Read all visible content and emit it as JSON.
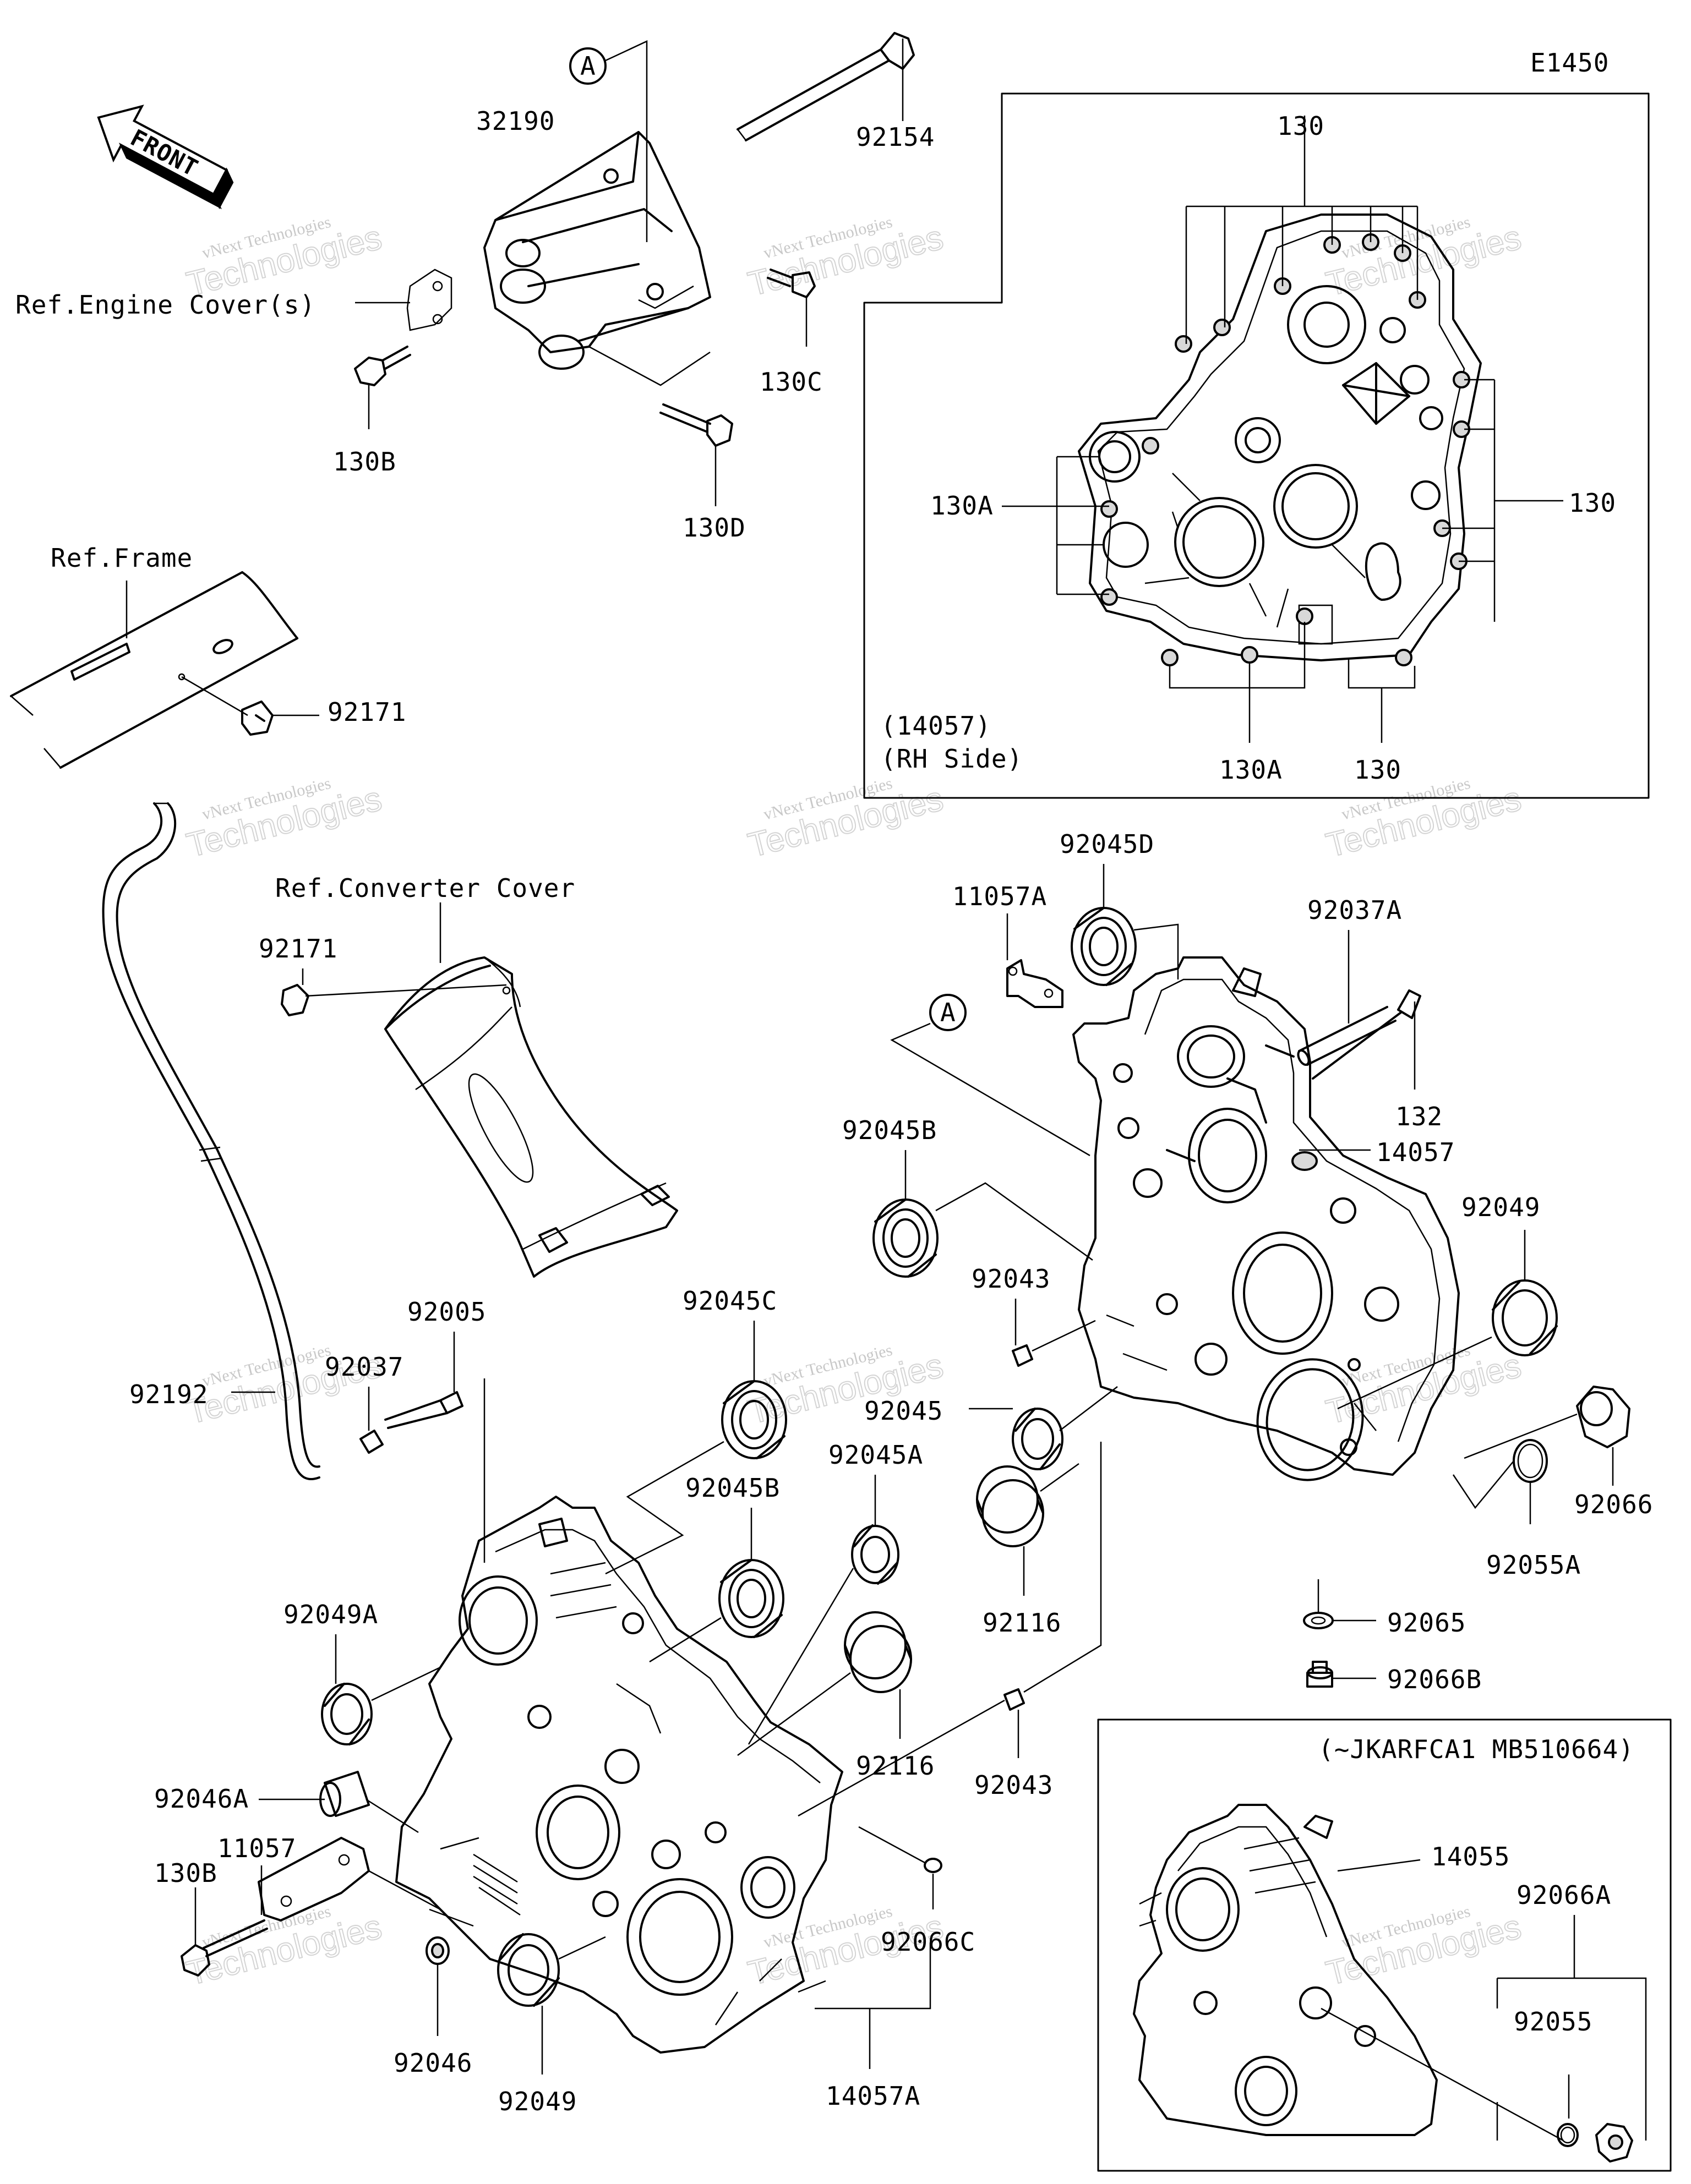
{
  "diagram_code": "E1450",
  "front_label": "FRONT",
  "watermark": {
    "line1": "vNext Technologies",
    "line2": "Technologies"
  },
  "reference_labels": {
    "engine_cover": "Ref.Engine Cover(s)",
    "frame": "Ref.Frame",
    "converter_cover": "Ref.Converter Cover"
  },
  "inset_rh": {
    "note_line1": "(14057)",
    "note_line2": "(RH Side)"
  },
  "inset_variant": {
    "note": "(~JKARFCA1 MB510664)"
  },
  "callouts": {
    "a_top": "A",
    "a_mid": "A",
    "p32190": "32190",
    "p92154": "92154",
    "p130c": "130C",
    "p130b_top": "130B",
    "p130d": "130D",
    "p92171_top": "92171",
    "p92171_mid": "92171",
    "p130_top": "130",
    "p130a_left": "130A",
    "p130_right": "130",
    "p130a_bottom": "130A",
    "p130_bottom": "130",
    "p92045d": "92045D",
    "p11057a": "11057A",
    "p92037a": "92037A",
    "p132": "132",
    "p14057": "14057",
    "p92045b_top": "92045B",
    "p92049_top": "92049",
    "p92043_top": "92043",
    "p92045c": "92045C",
    "p92005": "92005",
    "p92037": "92037",
    "p92192": "92192",
    "p92045": "92045",
    "p92045a": "92045A",
    "p92066": "92066",
    "p92045b_mid": "92045B",
    "p92055a": "92055A",
    "p92049a": "92049A",
    "p92116_right": "92116",
    "p92065": "92065",
    "p92066b": "92066B",
    "p92116_left": "92116",
    "p92043_bottom": "92043",
    "p92046a": "92046A",
    "p11057": "11057",
    "p130b_bottom": "130B",
    "p92066c": "92066C",
    "p92046": "92046",
    "p92049_bottom": "92049",
    "p14057a": "14057A",
    "p14055": "14055",
    "p92066a": "92066A",
    "p92055": "92055"
  }
}
